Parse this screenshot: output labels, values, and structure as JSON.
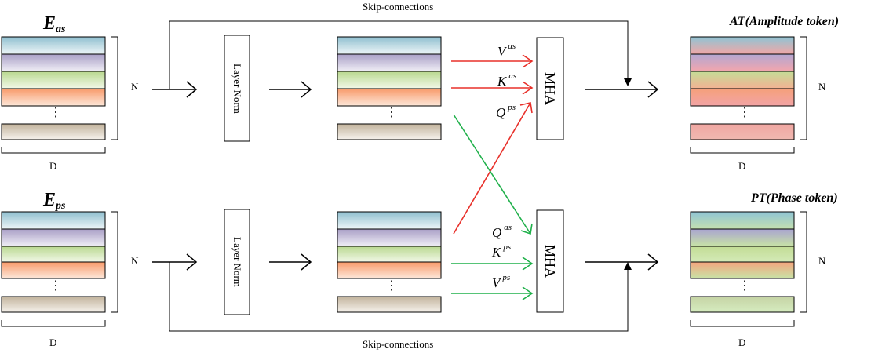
{
  "top": {
    "title_main": "E",
    "title_sub": "as",
    "skip_label": "Skip-connections",
    "n_label": "N",
    "d_label": "D",
    "layer_norm": "Layer Norm",
    "mha": "MHA",
    "output_title": "AT(Amplitude token)",
    "out_n": "N",
    "out_d": "D",
    "q1": {
      "letter": "V",
      "sup": "as"
    },
    "q2": {
      "letter": "K",
      "sup": "as"
    },
    "q3": {
      "letter": "Q",
      "sup": "ps"
    }
  },
  "bottom": {
    "title_main": "E",
    "title_sub": "ps",
    "skip_label": "Skip-connections",
    "n_label": "N",
    "d_label": "D",
    "layer_norm": "Layer Norm",
    "mha": "MHA",
    "output_title": "PT(Phase token)",
    "out_n": "N",
    "out_d": "D",
    "q1": {
      "letter": "Q",
      "sup": "as"
    },
    "q2": {
      "letter": "K",
      "sup": "ps"
    },
    "q3": {
      "letter": "V",
      "sup": "ps"
    }
  },
  "ellipsis": "⋮",
  "colors": {
    "stripe_blue": "#a8ccd8",
    "stripe_purple": "#b9b0d0",
    "stripe_green": "#c9dfa8",
    "stripe_orange": "#f7b08a",
    "stripe_tan": "#d2c6b4",
    "cross_attention_red": "#e8302a",
    "cross_attention_green": "#1fb04a",
    "line": "#000000"
  }
}
